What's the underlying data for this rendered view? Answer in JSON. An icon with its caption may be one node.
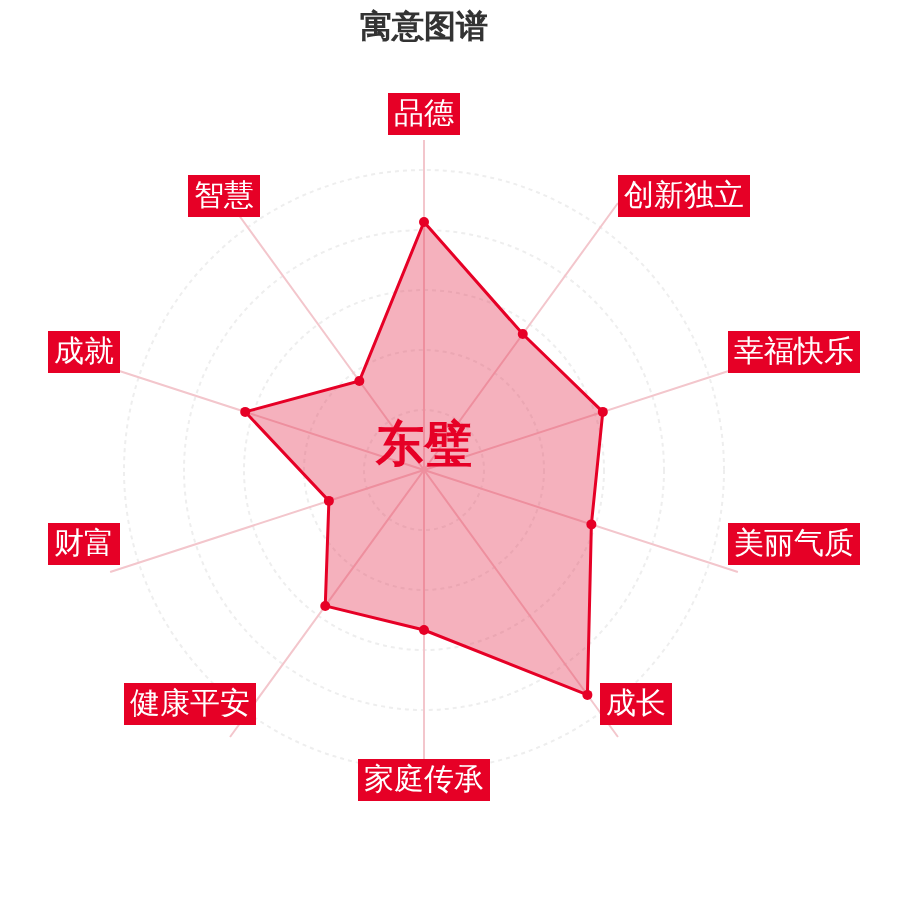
{
  "diagram": {
    "title": "寓意图谱",
    "labels": [
      "品德",
      "智慧",
      "创新独立",
      "成就",
      "幸福快乐",
      "东璧",
      "财富",
      "美丽气质",
      "健康平安",
      "成长",
      "家庭传承"
    ]
  }
}
